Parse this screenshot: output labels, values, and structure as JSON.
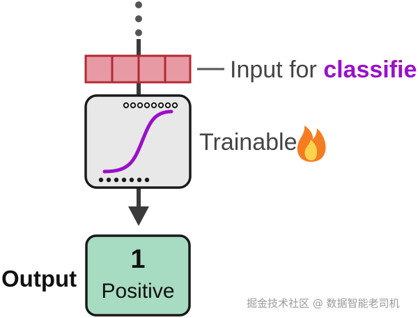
{
  "input_label": {
    "prefix": "Input for",
    "accent": "classifier"
  },
  "trainable_label": {
    "text": "Trainable",
    "icon": "fire-icon"
  },
  "output": {
    "label": "Output",
    "value": "1",
    "text": "Positive"
  },
  "watermark": "掘金技术社区 @ 数据智能老司机",
  "colors": {
    "input_cell_fill": "#e79aa3",
    "input_cell_stroke": "#b22a35",
    "classifier_fill": "#e8e8e8",
    "curve": "#9b10c8",
    "output_fill": "#a8dcc2",
    "line": "#3a3a3a"
  }
}
